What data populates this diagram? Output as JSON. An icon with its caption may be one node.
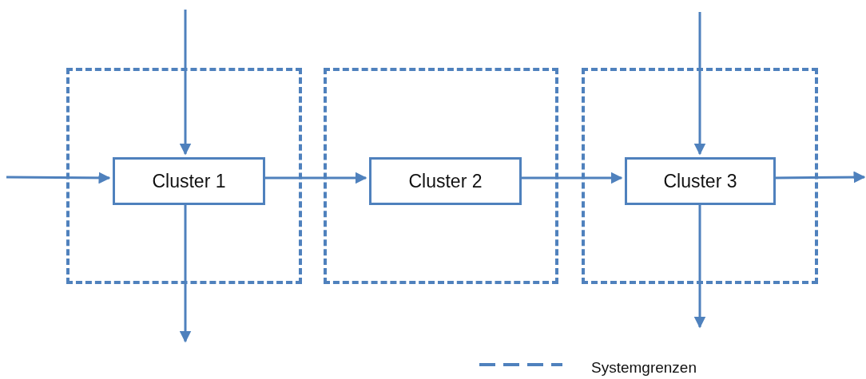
{
  "diagram": {
    "nodes": [
      {
        "text": [],
        "shape": "box"
      },
      {
        "text": [
          "Cluster 1"
        ],
        "in": 0
      },
      {
        "text": [],
        "shape": "box"
      },
      {
        "text": [
          "Cluster 2"
        ],
        "in": 2
      },
      {
        "text": [],
        "shape": "box"
      },
      {
        "text": [
          "Cluster 3"
        ],
        "in": 4
      }
    ],
    "edges": [
      {
        "from": null,
        "to": 1,
        "arrow": "to"
      },
      {
        "from": null,
        "to": 1,
        "arrow": "to"
      },
      {
        "from": 1,
        "to": null,
        "arrow": "to"
      },
      {
        "from": 1,
        "to": 3,
        "arrow": "to"
      },
      {
        "from": 3,
        "to": 5,
        "arrow": "to"
      },
      {
        "from": null,
        "to": 5,
        "arrow": "to"
      },
      {
        "from": 5,
        "to": null,
        "arrow": "to"
      },
      {
        "from": 5,
        "to": null,
        "arrow": "to"
      }
    ],
    "legend": [
      {
        "text": "Systemgrenzen"
      }
    ]
  }
}
